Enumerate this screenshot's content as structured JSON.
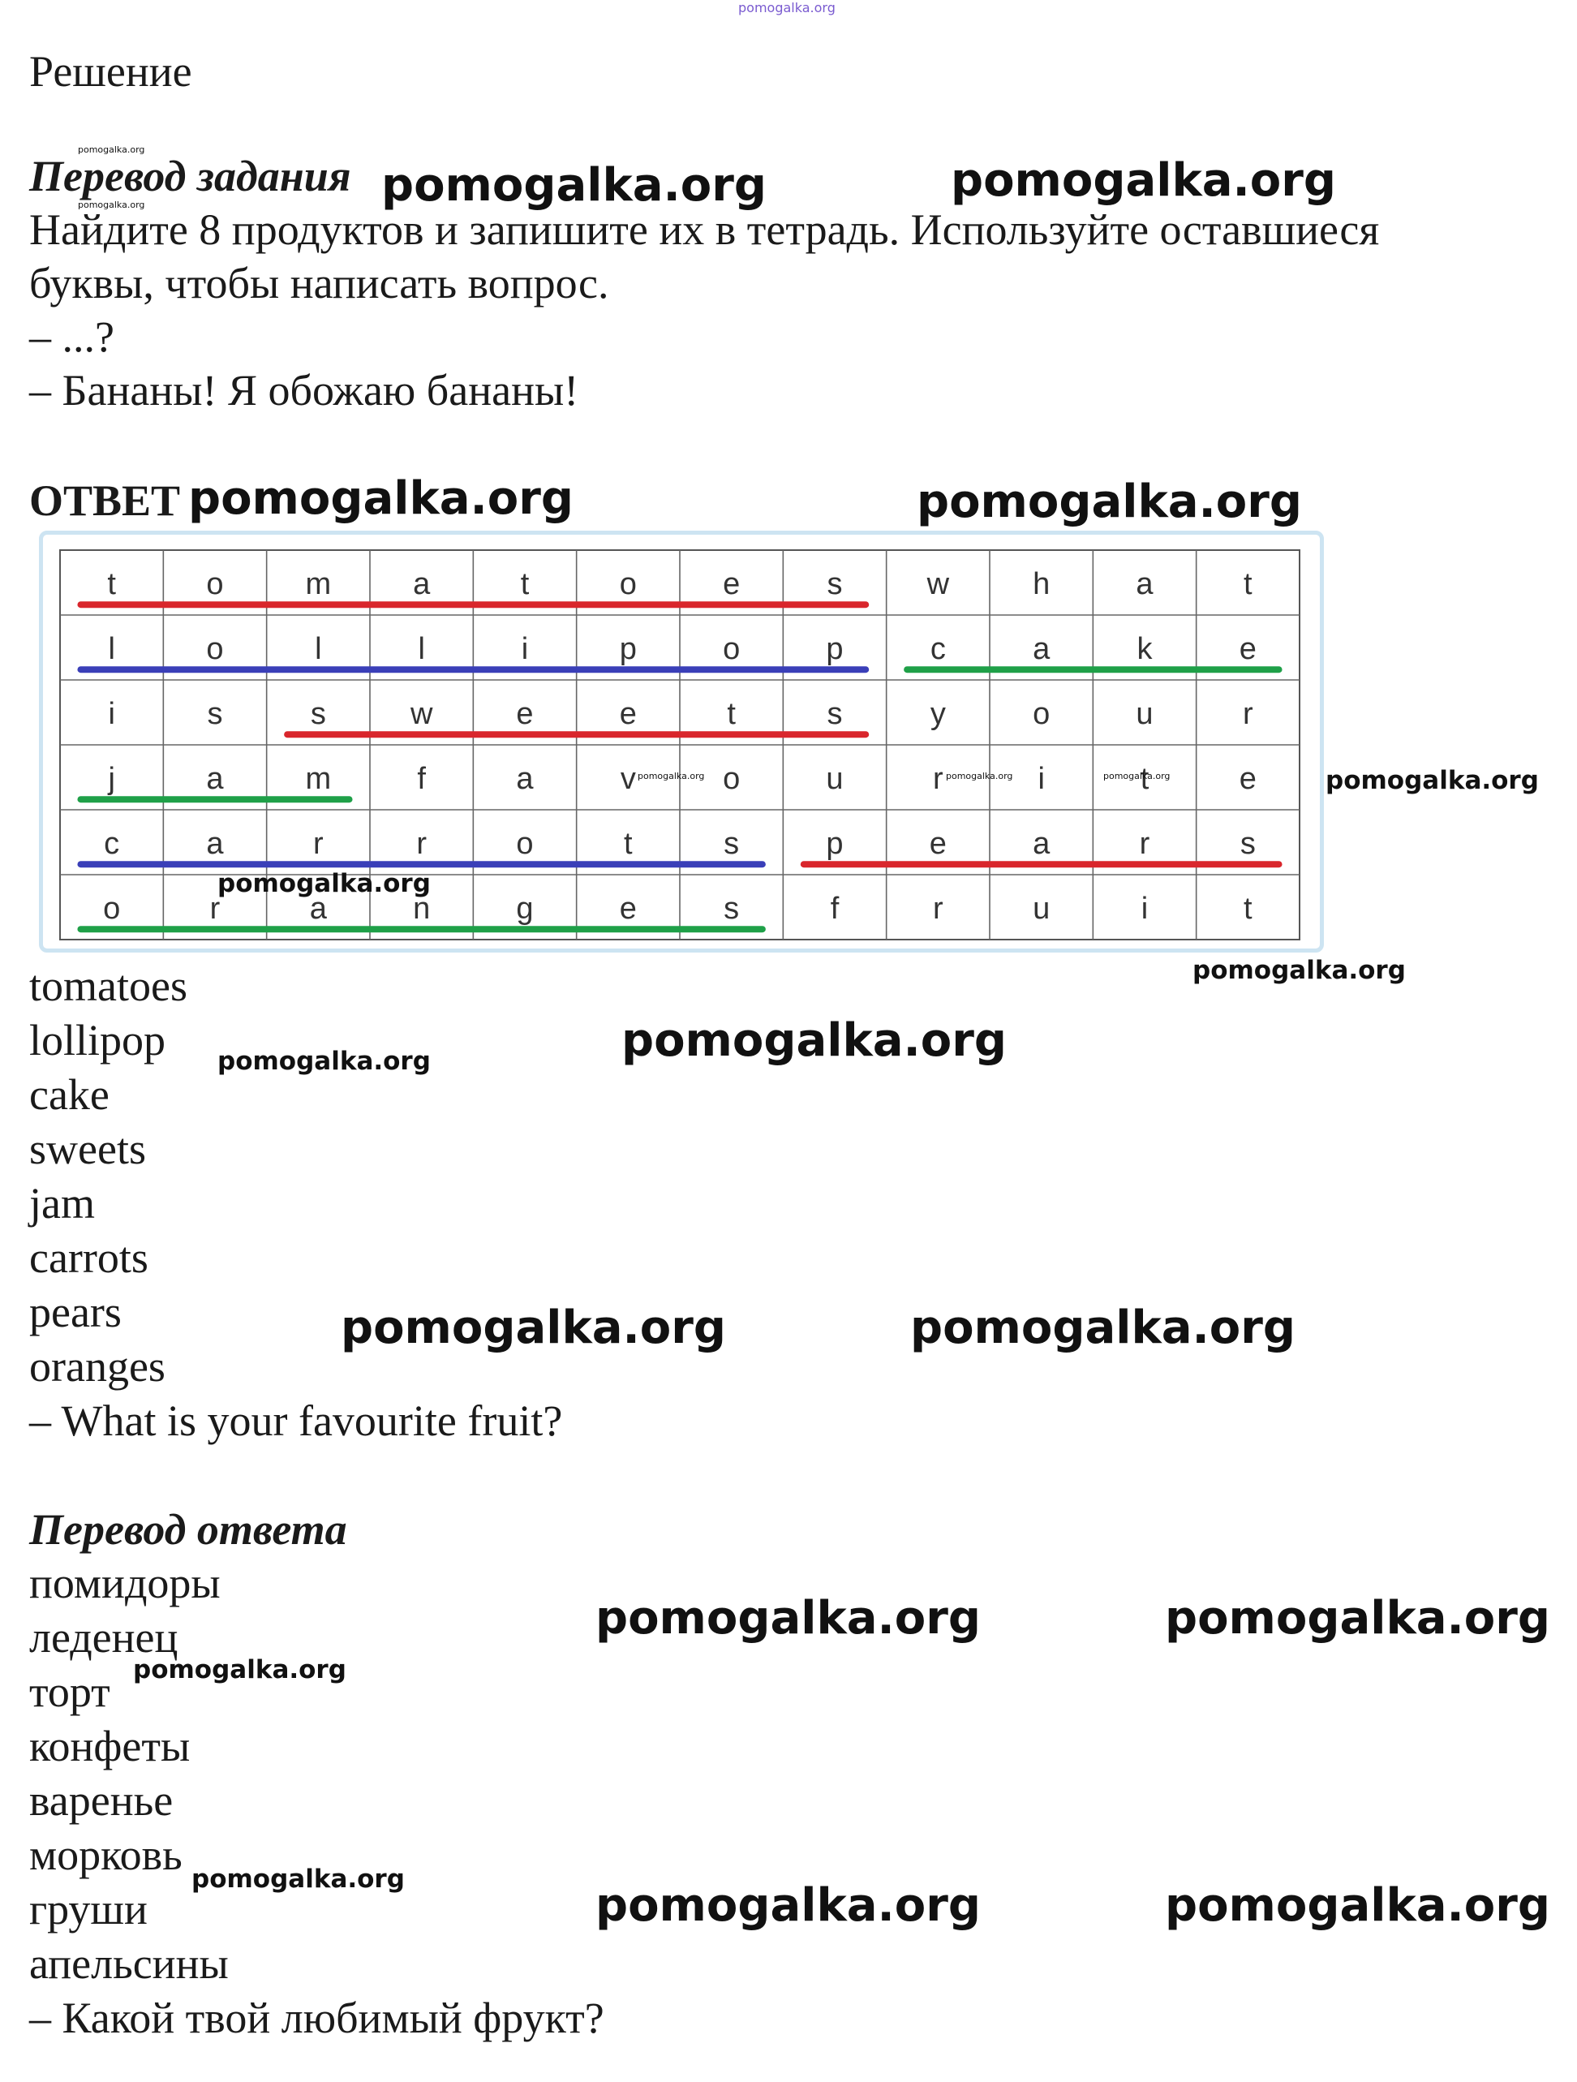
{
  "header_watermark": "pomogalka.org",
  "solution_title": "Решение",
  "task_translation": {
    "heading": "Перевод задания",
    "lines": [
      "Найдите 8 продуктов и запишите их в тетрадь. Используйте оставшиеся",
      "буквы, чтобы написать вопрос.",
      "– ...?",
      "– Бананы! Я обожаю бананы!"
    ]
  },
  "answer_heading": "ОТВЕТ",
  "puzzle": {
    "rows": [
      [
        "t",
        "o",
        "m",
        "a",
        "t",
        "o",
        "e",
        "s",
        "w",
        "h",
        "a",
        "t"
      ],
      [
        "l",
        "o",
        "l",
        "l",
        "i",
        "p",
        "o",
        "p",
        "c",
        "a",
        "k",
        "e"
      ],
      [
        "i",
        "s",
        "s",
        "w",
        "e",
        "e",
        "t",
        "s",
        "y",
        "o",
        "u",
        "r"
      ],
      [
        "j",
        "a",
        "m",
        "f",
        "a",
        "v",
        "o",
        "u",
        "r",
        "i",
        "t",
        "e"
      ],
      [
        "c",
        "a",
        "r",
        "r",
        "o",
        "t",
        "s",
        "p",
        "e",
        "a",
        "r",
        "s"
      ],
      [
        "o",
        "r",
        "a",
        "n",
        "g",
        "e",
        "s",
        "f",
        "r",
        "u",
        "i",
        "t"
      ]
    ],
    "highlights": [
      {
        "word": "tomatoes",
        "row": 0,
        "from": 0,
        "to": 7,
        "color": "#d9262c"
      },
      {
        "word": "lollipop",
        "row": 1,
        "from": 0,
        "to": 7,
        "color": "#3a3fb8"
      },
      {
        "word": "cake",
        "row": 1,
        "from": 8,
        "to": 11,
        "color": "#1fa048"
      },
      {
        "word": "sweets",
        "row": 2,
        "from": 2,
        "to": 7,
        "color": "#d9262c"
      },
      {
        "word": "jam",
        "row": 3,
        "from": 0,
        "to": 2,
        "color": "#1fa048"
      },
      {
        "word": "carrots",
        "row": 4,
        "from": 0,
        "to": 6,
        "color": "#3a3fb8"
      },
      {
        "word": "pears",
        "row": 4,
        "from": 7,
        "to": 11,
        "color": "#d9262c"
      },
      {
        "word": "oranges",
        "row": 5,
        "from": 0,
        "to": 6,
        "color": "#1fa048"
      }
    ]
  },
  "answer_words": [
    "tomatoes",
    "lollipop",
    "cake",
    "sweets",
    "jam",
    "carrots",
    "pears",
    "oranges"
  ],
  "answer_question": "– What is your favourite fruit?",
  "answer_translation": {
    "heading": "Перевод ответа",
    "words": [
      "помидоры",
      "леденец",
      "торт",
      "конфеты",
      "варенье",
      "морковь",
      "груши",
      "апельсины"
    ],
    "question": "– Какой твой любимый фрукт?"
  },
  "watermark_text": "pomogalka.org"
}
